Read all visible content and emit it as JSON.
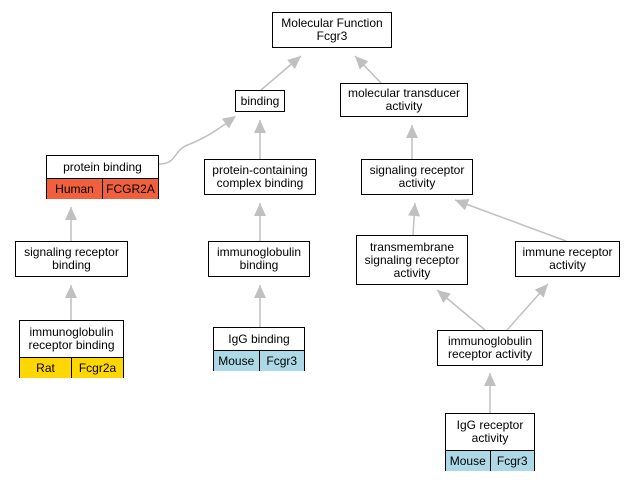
{
  "colors": {
    "human": "#f0603c",
    "rat": "#ffd700",
    "mouse": "#add8e6",
    "edge": "#c0c0c0"
  },
  "nodes": {
    "root": {
      "title": "Molecular Function\nFcgr3"
    },
    "binding": {
      "title": "binding"
    },
    "mta": {
      "title": "molecular transducer\nactivity"
    },
    "protein_binding": {
      "title": "protein binding",
      "species": "Human",
      "gene": "FCGR2A"
    },
    "pccb": {
      "title": "protein-containing\ncomplex binding"
    },
    "sra": {
      "title": "signaling receptor\nactivity"
    },
    "srb": {
      "title": "signaling receptor\nbinding"
    },
    "igb": {
      "title": "immunoglobulin\nbinding"
    },
    "tsra": {
      "title": "transmembrane\nsignaling receptor\nactivity"
    },
    "ira": {
      "title": "immune receptor\nactivity"
    },
    "irb": {
      "title": "immunoglobulin\nreceptor binding",
      "species": "Rat",
      "gene": "Fcgr2a"
    },
    "iggb": {
      "title": "IgG binding",
      "species": "Mouse",
      "gene": "Fcgr3"
    },
    "igra": {
      "title": "immunoglobulin\nreceptor activity"
    },
    "iggra": {
      "title": "IgG receptor\nactivity",
      "species": "Mouse",
      "gene": "Fcgr3"
    }
  }
}
